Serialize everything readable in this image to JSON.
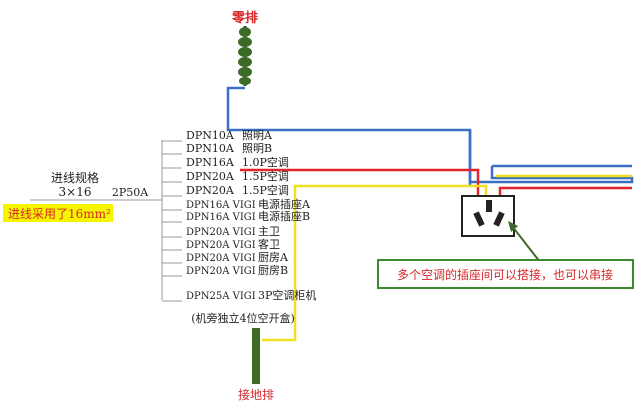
{
  "labels": {
    "neutral_bar": "零排",
    "ground_bar": "接地排",
    "incoming_spec": "进线规格",
    "incoming_size": "3×16",
    "incoming_note": "进线采用了16mm²",
    "main_breaker": "2P50A",
    "socket_note": "多个空调的插座间可以搭接，也可以串接"
  },
  "circuits": [
    {
      "breaker": "DPN10A",
      "load": "照明A"
    },
    {
      "breaker": "DPN10A",
      "load": "照明B"
    },
    {
      "breaker": "DPN16A",
      "load": "1.0P空调"
    },
    {
      "breaker": "DPN20A",
      "load": "1.5P空调"
    },
    {
      "breaker": "DPN20A",
      "load": "1.5P空调"
    },
    {
      "breaker": "DPN16A VIGI",
      "load": "电源插座A"
    },
    {
      "breaker": "DPN16A VIGI",
      "load": "电源插座B"
    },
    {
      "breaker": "DPN20A VIGI",
      "load": "主卫"
    },
    {
      "breaker": "DPN20A VIGI",
      "load": "客卫"
    },
    {
      "breaker": "DPN20A VIGI",
      "load": "厨房A"
    },
    {
      "breaker": "DPN20A VIGI",
      "load": "厨房B"
    },
    {
      "breaker": "DPN25A VIGI",
      "load": "3P空调柜机"
    }
  ],
  "cabinet_note": "(机旁独立4位空开盒)",
  "colors": {
    "neutral_wire": "#3a6fc4",
    "live_wire": "#e0262c",
    "ground_wire": "#f0e020",
    "busbar_green": "#3b6b26",
    "highlight_fill": "#f5f500",
    "note_border": "#3b8a2e",
    "note_text": "#d8282a"
  }
}
